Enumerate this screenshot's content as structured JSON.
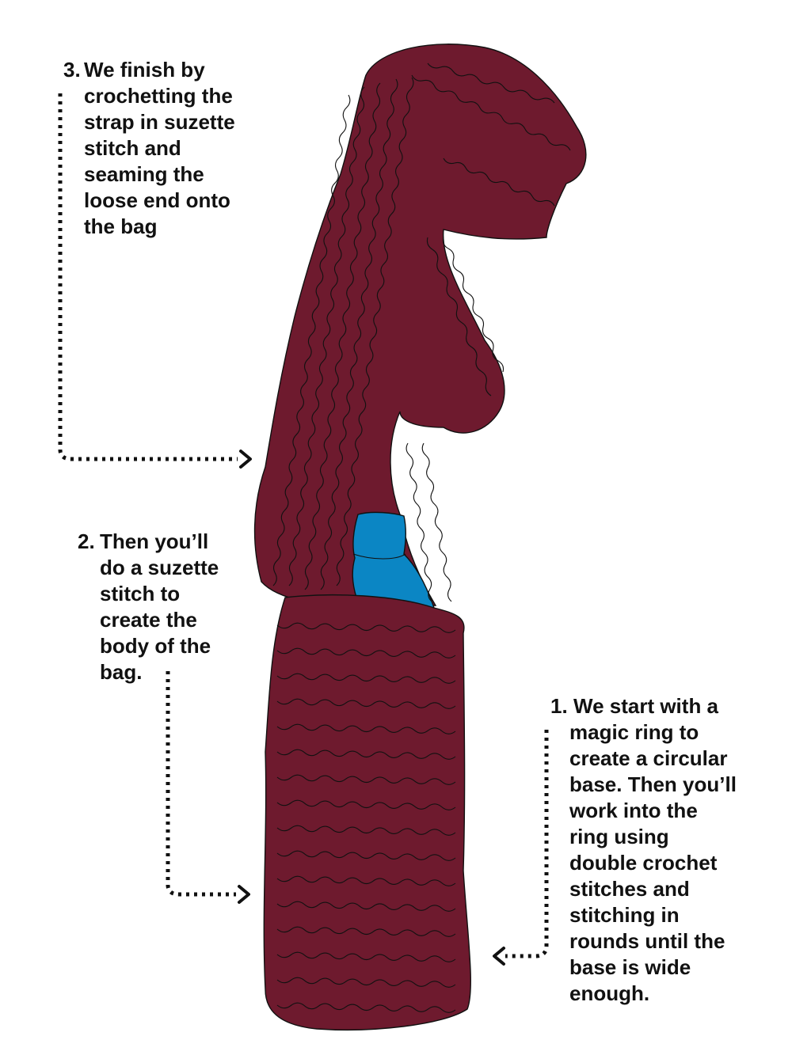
{
  "colors": {
    "bag": "#6e1a2e",
    "bag_dark": "#5a1424",
    "bag_light": "#7d2338",
    "lining": "#0b86c4",
    "outline": "#111111",
    "arrow": "#111111",
    "background": "#ffffff"
  },
  "annotations": [
    {
      "id": "step-3",
      "number": "3.",
      "text": "We finish by\ncrochetting the\nstrap in suzette\nstitch and\nseaming the\nloose end onto\nthe bag"
    },
    {
      "id": "step-2",
      "number": "2.",
      "text": "Then you’ll\ndo a suzette\nstitch to\ncreate the\nbody of the\nbag."
    },
    {
      "id": "step-1",
      "number": "1.",
      "first_line": "We start with a",
      "text": "magic ring to\ncreate a circular\nbase. Then you’ll\nwork into the\nring using\ndouble crochet\nstitches and\nstitching in\nrounds until the\nbase is wide\nenough."
    }
  ]
}
